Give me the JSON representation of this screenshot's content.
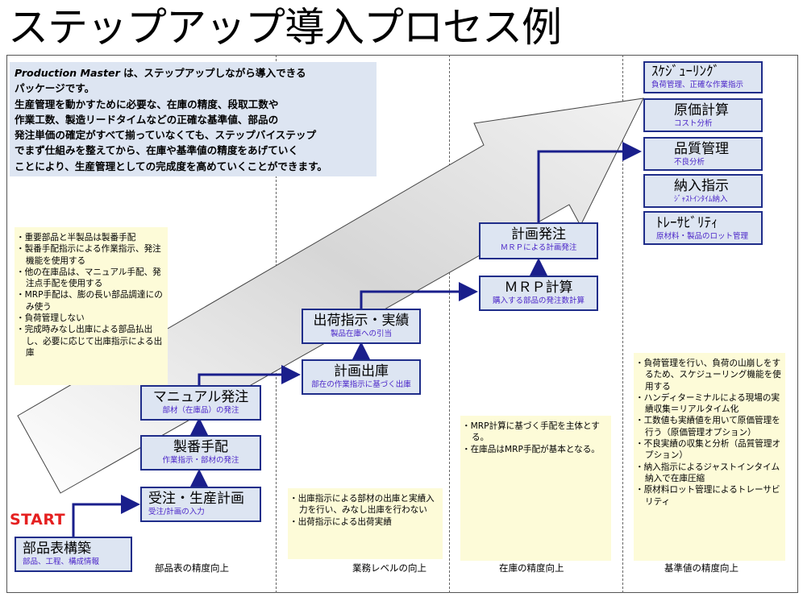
{
  "title": "ステップアップ導入プロセス例",
  "intro": {
    "brand": "Production Master",
    "line1_rest": " は、ステップアップしながら導入できる",
    "lines": [
      "パッケージです。",
      "生産管理を動かすために必要な、在庫の精度、段取工数や",
      "作業工数、製造リードタイムなどの正確な基準値、部品の",
      "発注単価の確定がすべて揃っていなくても、ステップバイステップ",
      "でまず仕組みを整えてから、在庫や基準値の精度をあげていく",
      "ことにより、生産管理としての完成度を高めていくことができます。"
    ]
  },
  "start_label": "START",
  "steps": [
    {
      "main": "部品表構築",
      "sub": "部品、工程、構成情報"
    },
    {
      "main": "受注・生産計画",
      "sub": "受注/計画の入力"
    },
    {
      "main": "製番手配",
      "sub": "作業指示・部材の発注"
    },
    {
      "main": "マニュアル発注",
      "sub": "部材（在庫品）の発注"
    },
    {
      "main": "計画出庫",
      "sub": "部在の作業指示に基づく出庫"
    },
    {
      "main": "出荷指示・実績",
      "sub": "製品在庫への引当"
    },
    {
      "main": "ＭＲＰ計算",
      "sub": "購入する部品の発注数計算"
    },
    {
      "main": "計画発注",
      "sub": "ＭＲＰによる計画発注"
    }
  ],
  "options": [
    {
      "main": "ｽｹｼﾞｭｰﾘﾝｸﾞ",
      "sub": "負荷管理、正確な作業指示"
    },
    {
      "main": "原価計算",
      "sub": "コスト分析"
    },
    {
      "main": "品質管理",
      "sub": "不良分析"
    },
    {
      "main": "納入指示",
      "sub": "ｼﾞｬｽﾄｲﾝﾀｲﾑ納入"
    },
    {
      "main": "ﾄﾚｰｻﾋﾞﾘﾃｨ",
      "sub": "原材料・製品のロット管理"
    }
  ],
  "notes": {
    "stage1": [
      "重要部品と半製品は製番手配",
      "製番手配指示による作業指示、発注機能を使用する",
      "他の在庫品は、マニュアル手配、発注点手配を使用する",
      "MRP手配は、膨の長い部品調達にのみ使う",
      "負荷管理しない",
      "完成時みなし出庫による部品払出し、必要に応じて出庫指示による出庫"
    ],
    "stage2": [
      "出庫指示による部材の出庫と実績入力を行い、みなし出庫を行わない",
      "出荷指示による出荷実績"
    ],
    "stage3": [
      "MRP計算に基づく手配を主体とする。",
      "在庫品はMRP手配が基本となる。"
    ],
    "stage4": [
      "負荷管理を行い、負荷の山崩しをするため、スケジューリング機能を使用する",
      "ハンディターミナルによる現場の実績収集＝リアルタイム化",
      "工数値も実績値を用いて原価管理を行う（原価管理オプション）",
      "不良実績の収集と分析（品質管理オプション）",
      "納入指示によるジャストインタイム納入で在庫圧縮",
      "原材料ロット管理によるトレーサビリティ"
    ]
  },
  "stages": [
    "部品表の精度向上",
    "業務レベルの向上",
    "在庫の精度向上",
    "基準値の精度向上"
  ],
  "colors": {
    "box_fill": "#dde5f2",
    "box_border": "#1f2d8a",
    "connector": "#1a1f8c",
    "note_fill": "#fdfbd8",
    "start": "#e52020",
    "sub_text": "#4a25c8"
  }
}
